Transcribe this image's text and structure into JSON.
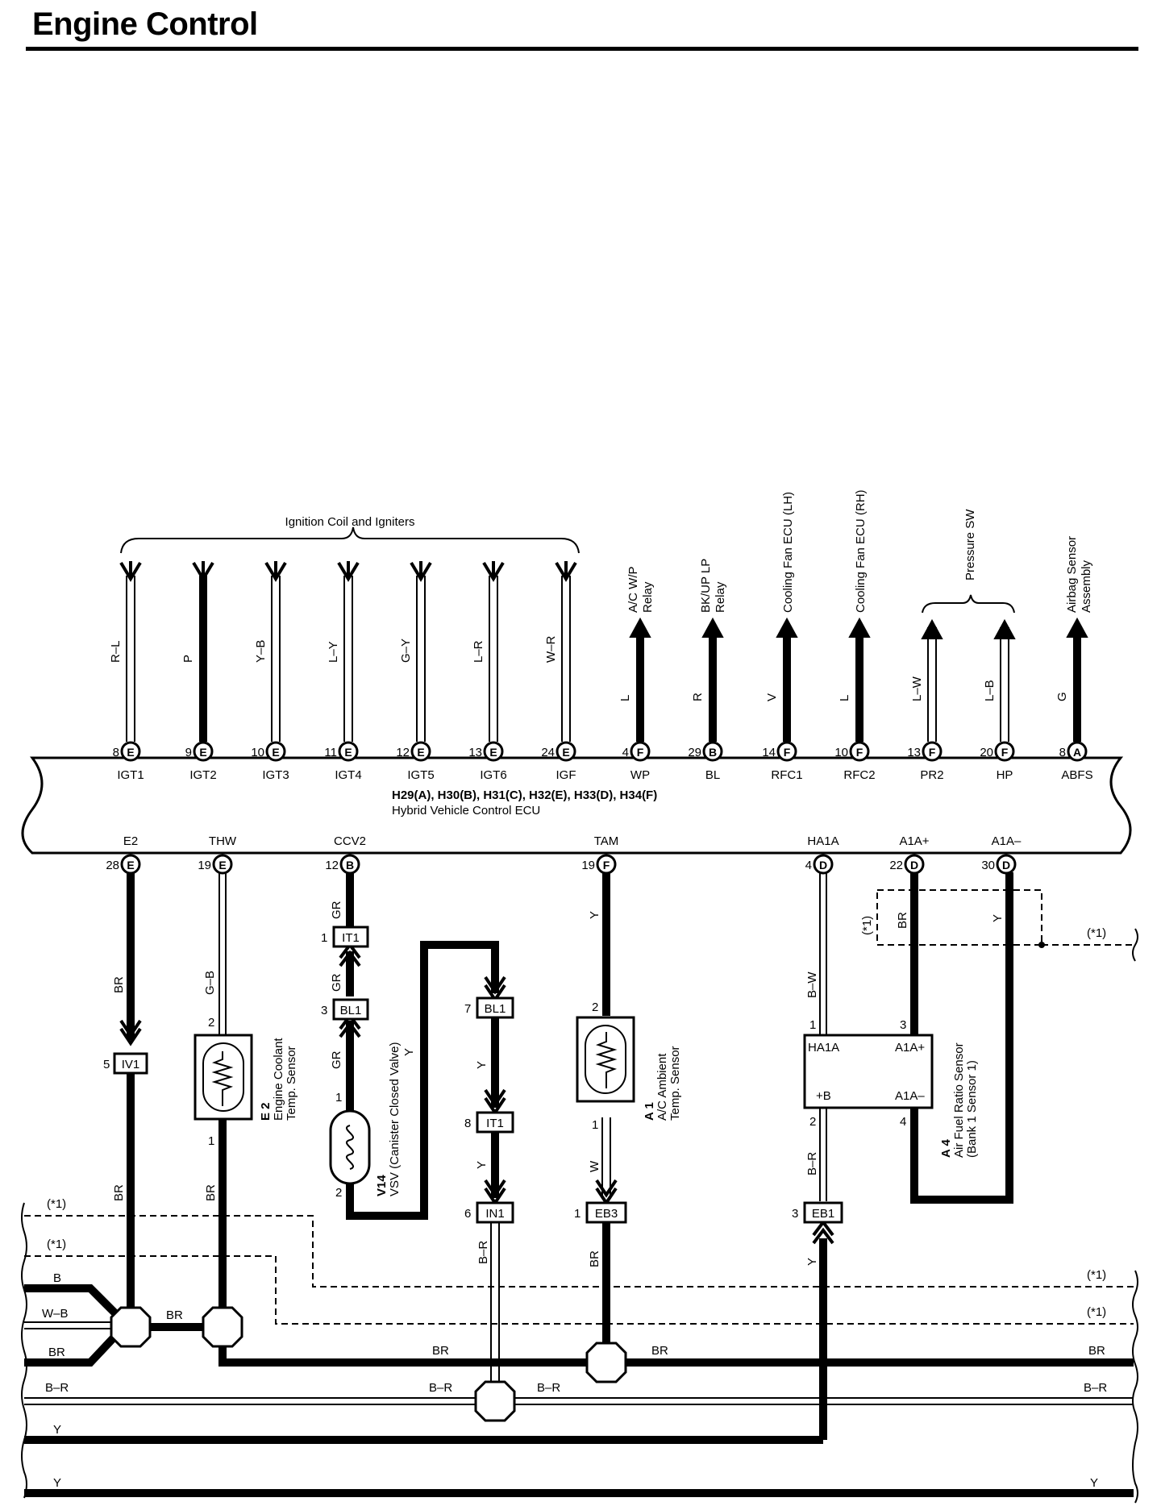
{
  "page": {
    "title": "Engine Control"
  },
  "ecu": {
    "connectors": "H29(A), H30(B), H31(C), H32(E), H33(D), H34(F)",
    "name": "Hybrid Vehicle Control ECU",
    "top_pins": [
      {
        "pin": "8",
        "conn": "E",
        "label": "IGT1",
        "wire": "R–L",
        "target": "ignition"
      },
      {
        "pin": "9",
        "conn": "E",
        "label": "IGT2",
        "wire": "P",
        "target": "ignition"
      },
      {
        "pin": "10",
        "conn": "E",
        "label": "IGT3",
        "wire": "Y–B",
        "target": "ignition"
      },
      {
        "pin": "11",
        "conn": "E",
        "label": "IGT4",
        "wire": "L–Y",
        "target": "ignition"
      },
      {
        "pin": "12",
        "conn": "E",
        "label": "IGT5",
        "wire": "G–Y",
        "target": "ignition"
      },
      {
        "pin": "13",
        "conn": "E",
        "label": "IGT6",
        "wire": "L–R",
        "target": "ignition"
      },
      {
        "pin": "24",
        "conn": "E",
        "label": "IGF",
        "wire": "W–R",
        "target": "ignition"
      },
      {
        "pin": "4",
        "conn": "F",
        "label": "WP",
        "wire": "L",
        "target": "A/C W/P Relay"
      },
      {
        "pin": "29",
        "conn": "B",
        "label": "BL",
        "wire": "R",
        "target": "BK/UP LP Relay"
      },
      {
        "pin": "14",
        "conn": "F",
        "label": "RFC1",
        "wire": "V",
        "target": "Cooling Fan ECU (LH)"
      },
      {
        "pin": "10",
        "conn": "F",
        "label": "RFC2",
        "wire": "L",
        "target": "Cooling Fan ECU (RH)"
      },
      {
        "pin": "13",
        "conn": "F",
        "label": "PR2",
        "wire": "L–W",
        "target": "pressure"
      },
      {
        "pin": "20",
        "conn": "F",
        "label": "HP",
        "wire": "L–B",
        "target": "pressure"
      },
      {
        "pin": "8",
        "conn": "A",
        "label": "ABFS",
        "wire": "G",
        "target": "Airbag Sensor Assembly"
      }
    ],
    "bottom_pins": [
      {
        "pin": "28",
        "conn": "E",
        "label": "E2"
      },
      {
        "pin": "19",
        "conn": "E",
        "label": "THW"
      },
      {
        "pin": "12",
        "conn": "B",
        "label": "CCV2"
      },
      {
        "pin": "19",
        "conn": "F",
        "label": "TAM"
      },
      {
        "pin": "4",
        "conn": "D",
        "label": "HA1A"
      },
      {
        "pin": "22",
        "conn": "D",
        "label": "A1A+"
      },
      {
        "pin": "30",
        "conn": "D",
        "label": "A1A–"
      }
    ]
  },
  "groups": {
    "ignition": "Ignition Coil and Igniters",
    "pressure": "Pressure SW"
  },
  "targets": {
    "ac_wp_1": "A/C W/P",
    "ac_wp_2": "Relay",
    "bkup_1": "BK/UP LP",
    "bkup_2": "Relay",
    "fan_lh": "Cooling Fan ECU (LH)",
    "fan_rh": "Cooling Fan ECU (RH)",
    "airbag_1": "Airbag Sensor",
    "airbag_2": "Assembly"
  },
  "components": {
    "e2_code": "E 2",
    "e2_name1": "Engine Coolant",
    "e2_name2": "Temp. Sensor",
    "v14_code": "V14",
    "v14_name": "VSV (Canister Closed Valve)",
    "a1_code": "A 1",
    "a1_name1": "A/C Ambient",
    "a1_name2": "Temp. Sensor",
    "a4_code": "A 4",
    "a4_name1": "Air Fuel Ratio Sensor",
    "a4_name2": "(Bank 1 Sensor 1)",
    "a4_t1": "HA1A",
    "a4_t2": "+B",
    "a4_t3": "A1A+",
    "a4_t4": "A1A–"
  },
  "connectors": {
    "iv1": "IV1",
    "it1": "IT1",
    "bl1": "BL1",
    "in1": "IN1",
    "eb3": "EB3",
    "eb1": "EB1"
  },
  "pins": {
    "p1": "1",
    "p2": "2",
    "p3": "3",
    "p4": "4",
    "p5": "5",
    "p6": "6",
    "p7": "7",
    "p8": "8"
  },
  "wires": {
    "BR": "BR",
    "GB": "G–B",
    "GR": "GR",
    "Y": "Y",
    "W": "W",
    "BW": "B–W",
    "BRr": "B–R",
    "B": "B",
    "WB": "W–B"
  },
  "notes": {
    "star1": "(*1)"
  }
}
